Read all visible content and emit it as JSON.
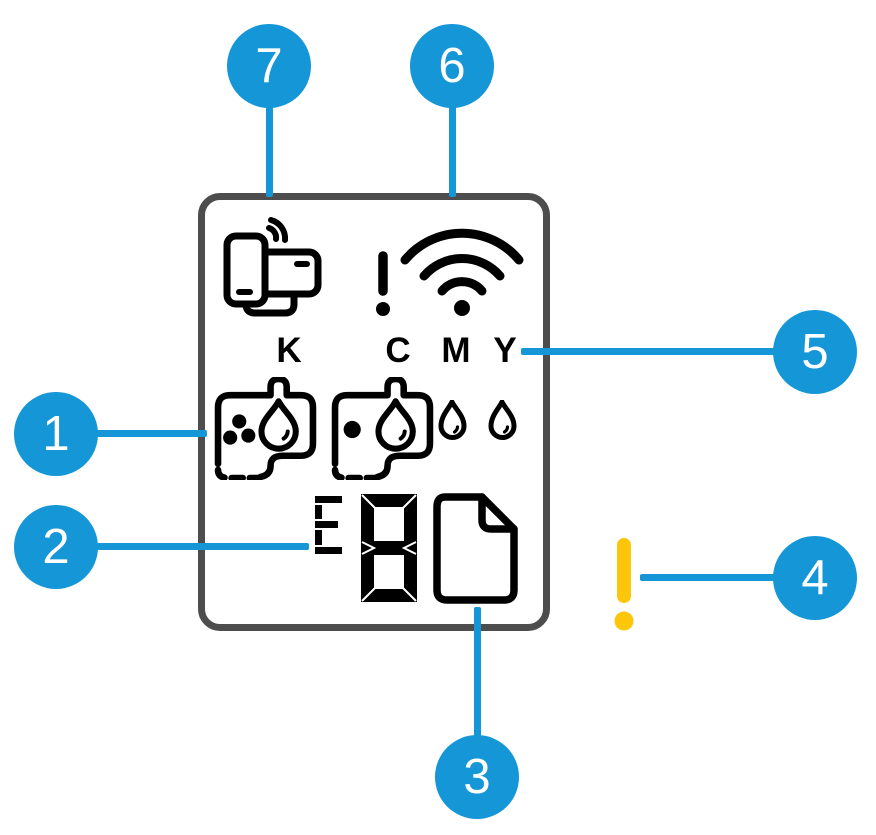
{
  "colors": {
    "accent_blue": "#1496d7",
    "alert_yellow": "#fdc60a",
    "panel_border_gray": "#4d4d4d",
    "icon_black": "#000000"
  },
  "display_panel": {
    "ink_color_labels": {
      "k": "K",
      "c": "C",
      "m": "M",
      "y": "Y"
    },
    "error_code": "E8",
    "status_icons": [
      "wifi-direct-icon",
      "wifi-alert-icon",
      "black-ink-tank-icon",
      "color-ink-tank-icon",
      "magenta-ink-drop-icon",
      "yellow-ink-drop-icon",
      "paper-icon"
    ]
  },
  "alert_icon": "attention-icon",
  "callouts": [
    {
      "number": "1"
    },
    {
      "number": "2"
    },
    {
      "number": "3"
    },
    {
      "number": "4"
    },
    {
      "number": "5"
    },
    {
      "number": "6"
    },
    {
      "number": "7"
    }
  ]
}
